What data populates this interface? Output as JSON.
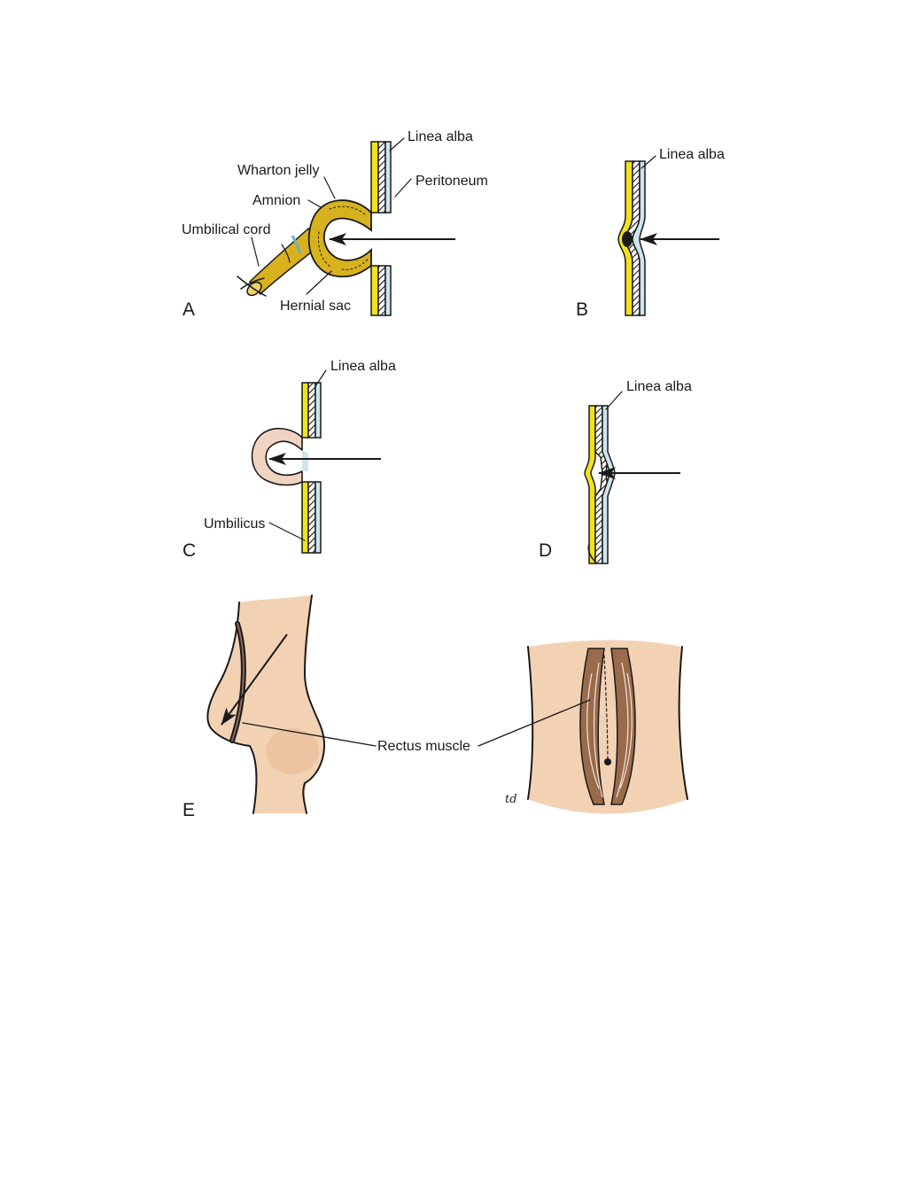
{
  "panels": {
    "a": {
      "letter": "A",
      "labels": {
        "linea_alba": "Linea alba",
        "wharton_jelly": "Wharton jelly",
        "peritoneum": "Peritoneum",
        "amnion": "Amnion",
        "umbilical_cord": "Umbilical cord",
        "hernial_sac": "Hernial sac"
      }
    },
    "b": {
      "letter": "B",
      "labels": {
        "linea_alba": "Linea alba"
      }
    },
    "c": {
      "letter": "C",
      "labels": {
        "linea_alba": "Linea alba",
        "umbilicus": "Umbilicus"
      }
    },
    "d": {
      "letter": "D",
      "labels": {
        "linea_alba": "Linea alba"
      }
    },
    "e": {
      "letter": "E",
      "labels": {
        "rectus_muscle": "Rectus muscle"
      },
      "signature": "td"
    }
  },
  "colors": {
    "fascia_yellow": "#f2e21a",
    "peritoneum_blue": "#cde6ee",
    "cord_gold": "#d8b21e",
    "skin": "#f3d2b4",
    "skin_shadow": "#e6b894",
    "umbilicus_pink": "#f1d3c1",
    "muscle_brown": "#9a6b4a",
    "ink": "#1a1a1a"
  }
}
